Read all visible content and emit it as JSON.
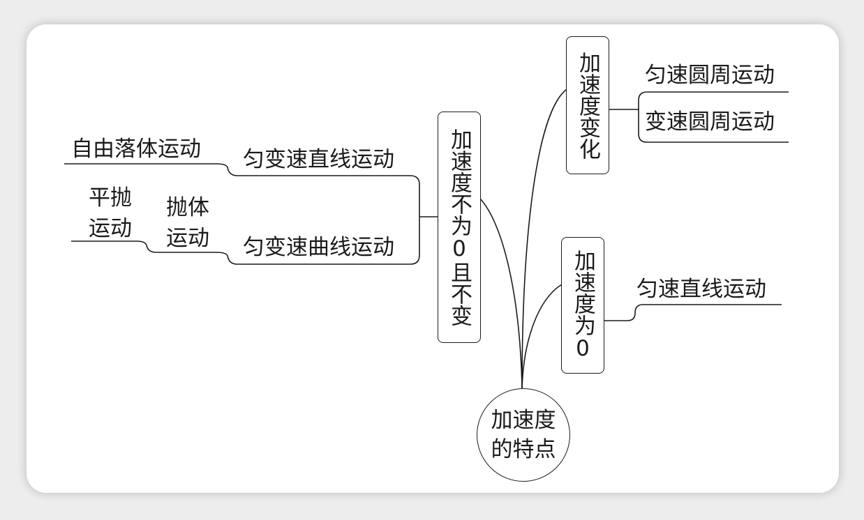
{
  "root": {
    "line1": "加速度",
    "line2": "的特点"
  },
  "branches": {
    "constant_nonzero": {
      "label": "加速度不为0且不变",
      "children": {
        "linear": {
          "label": "匀变速直线运动",
          "example": "自由落体运动"
        },
        "curved": {
          "label": "匀变速曲线运动",
          "example": {
            "line1": "抛体",
            "line2": "运动",
            "sub": {
              "line1": "平抛",
              "line2": "运动"
            }
          }
        }
      }
    },
    "changing": {
      "label": "加速度变化",
      "children": [
        "匀速圆周运动",
        "变速圆周运动"
      ]
    },
    "zero": {
      "label": "加速度为0",
      "child": "匀速直线运动"
    }
  }
}
